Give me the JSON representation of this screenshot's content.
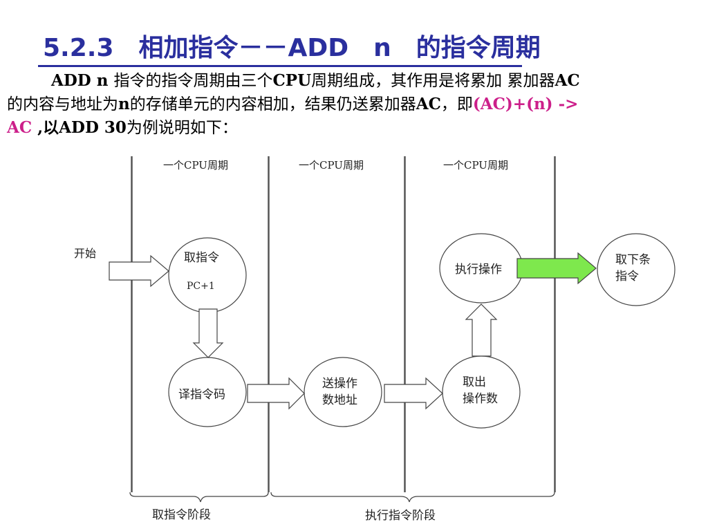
{
  "title": "5.2.3　相加指令－－ADD　n　的指令周期",
  "description": {
    "line1": {
      "a": "ADD  n ",
      "b": "指令的指令周期由三个",
      "c": "CPU",
      "d": "周期组成，其作用是将累加 累加器",
      "e": "AC"
    },
    "line2": {
      "a": "的内容与地址为",
      "b": "n",
      "c": "的存储单元的内容相加，结果仍送累加器",
      "d": "AC",
      "e": "，即",
      "f": "(AC)+(n) ->"
    },
    "line3": {
      "a": "AC",
      "b": " ,以",
      "c": "ADD 30",
      "d": "为例说明如下："
    }
  },
  "diagram": {
    "cycle_labels": [
      "一个CPU周期",
      "一个CPU周期",
      "一个CPU周期"
    ],
    "start_label": "开始",
    "nodes": {
      "fetch_line1": "取指令",
      "fetch_line2": "PC+1",
      "decode": "译指令码",
      "send_addr_line1": "送操作",
      "send_addr_line2": "数地址",
      "fetch_operand_line1": "取出",
      "fetch_operand_line2": "操作数",
      "execute": "执行操作",
      "next_line1": "取下条",
      "next_line2": "指令"
    },
    "phases": {
      "fetch": "取指令阶段",
      "execute": "执行指令阶段"
    },
    "colors": {
      "highlight_arrow": "#7ee84d",
      "line": "#555555"
    }
  }
}
